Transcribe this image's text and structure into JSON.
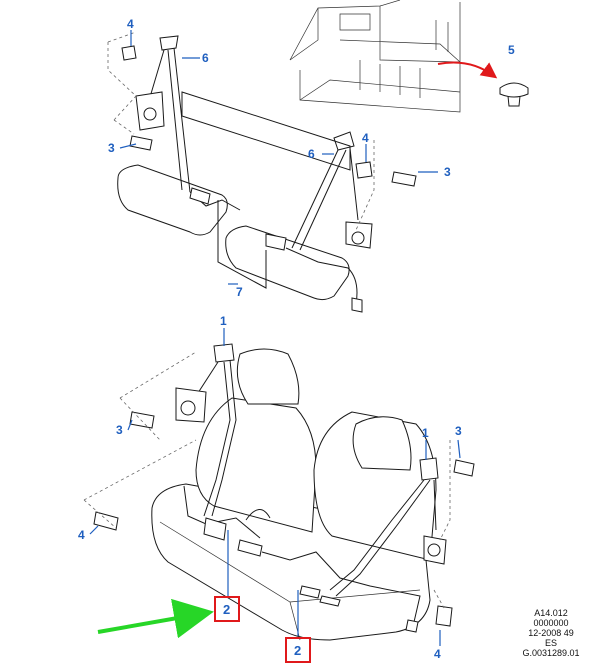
{
  "callouts": {
    "c4_top": "4",
    "c6_top": "6",
    "c5": "5",
    "c3_left_top": "3",
    "c4_mid": "4",
    "c6_mid": "6",
    "c3_right_top": "3",
    "c7": "7",
    "c1_left": "1",
    "c3_left_bottom": "3",
    "c1_right": "1",
    "c3_right_bottom": "3",
    "c4_left_bottom": "4",
    "c2_left": "2",
    "c2_right": "2",
    "c4_right_bottom": "4"
  },
  "meta": {
    "line1": "A14.012",
    "line2": "0000000",
    "line3": "12-2008 49",
    "line4": "ES",
    "line5": "G.0031289.01"
  },
  "colors": {
    "callout_blue": "#1f5fbf",
    "highlight_red": "#e0191b",
    "arrow_green": "#27d627",
    "arrow_red": "#e0191b"
  }
}
